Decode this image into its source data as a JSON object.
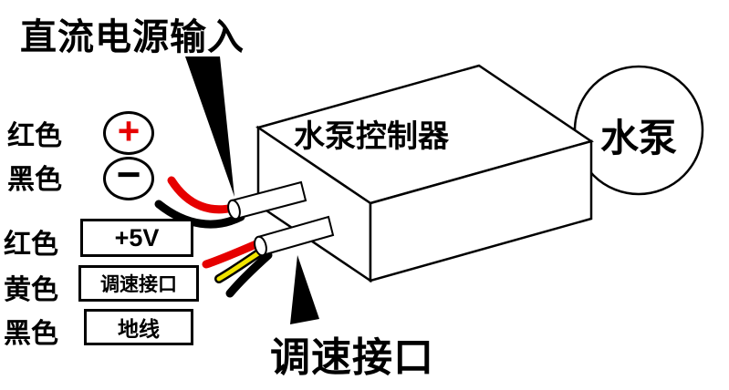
{
  "diagram": {
    "dc_input_title": "直流电源输入",
    "speed_port_title": "调速接口",
    "controller_label": "水泵控制器",
    "pump_label": "水泵",
    "plus_symbol": "+",
    "minus_symbol": "−",
    "wire_rows": [
      {
        "color_label": "红色",
        "terminal": "plus-circle"
      },
      {
        "color_label": "黑色",
        "terminal": "minus-circle"
      },
      {
        "color_label": "红色",
        "terminal": "+5V"
      },
      {
        "color_label": "黄色",
        "terminal": "调速接口"
      },
      {
        "color_label": "黑色",
        "terminal": "地线"
      }
    ],
    "terminal_boxes": {
      "power_5v": "+5V",
      "speed_port": "调速接口",
      "ground": "地线"
    },
    "colors": {
      "red_wire": "#e60000",
      "black_wire": "#000000",
      "yellow_wire": "#f0e400",
      "outline": "#000000",
      "background": "#ffffff"
    }
  }
}
